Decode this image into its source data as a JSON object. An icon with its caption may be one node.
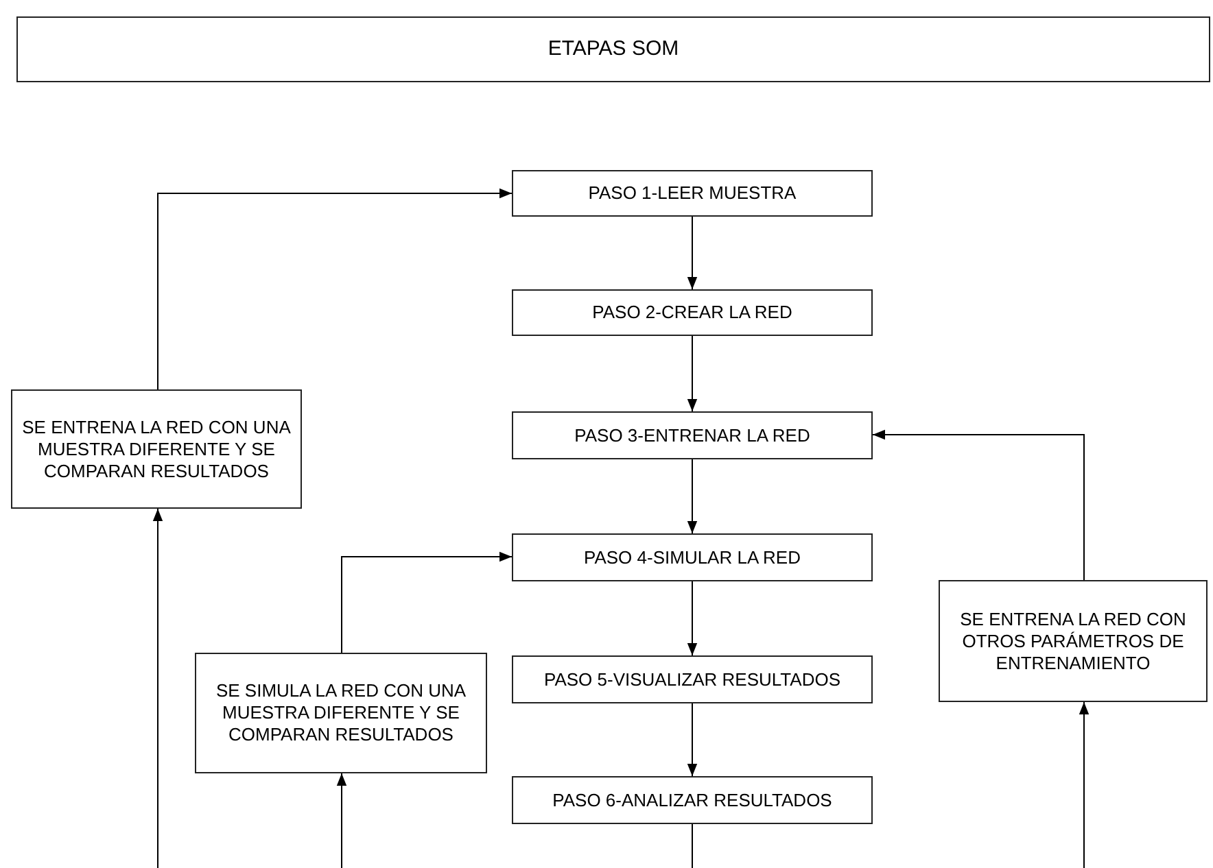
{
  "diagram": {
    "nodes": [
      {
        "text": [
          "ETAPAS SOM"
        ]
      },
      {
        "text": [
          "PASO 1-LEER MUESTRA"
        ]
      },
      {
        "text": [
          "PASO 2-CREAR LA RED"
        ]
      },
      {
        "text": [
          "PASO 3-ENTRENAR LA RED"
        ]
      },
      {
        "text": [
          "PASO 4-SIMULAR LA RED"
        ]
      },
      {
        "text": [
          "PASO 5-VISUALIZAR RESULTADOS"
        ]
      },
      {
        "text": [
          "PASO 6-ANALIZAR RESULTADOS"
        ]
      },
      {
        "text": [
          "SE ENTRENA LA RED CON UNA MUESTRA DIFERENTE Y SE COMPARAN RESULTADOS"
        ]
      },
      {
        "text": [
          "SE SIMULA LA RED CON UNA MUESTRA DIFERENTE Y SE COMPARAN RESULTADOS"
        ]
      },
      {
        "text": [
          "SE ENTRENA LA RED CON OTROS PARÁMETROS DE ENTRENAMIENTO"
        ]
      }
    ],
    "edges": [
      {
        "from": 1,
        "to": 2,
        "arrow": "to"
      },
      {
        "from": 2,
        "to": 3,
        "arrow": "to"
      },
      {
        "from": 3,
        "to": 4,
        "arrow": "to"
      },
      {
        "from": 4,
        "to": 5,
        "arrow": "to"
      },
      {
        "from": 5,
        "to": 6,
        "arrow": "to"
      },
      {
        "from": 7,
        "to": 1,
        "arrow": "to"
      },
      {
        "from": 8,
        "to": 4,
        "arrow": "to"
      },
      {
        "from": 9,
        "to": 3,
        "arrow": "to"
      },
      {
        "from": 6,
        "to": null,
        "arrow": "none"
      },
      {
        "from": null,
        "to": 7,
        "arrow": "to"
      },
      {
        "from": null,
        "to": 8,
        "arrow": "to"
      },
      {
        "from": null,
        "to": 9,
        "arrow": "to"
      }
    ]
  }
}
